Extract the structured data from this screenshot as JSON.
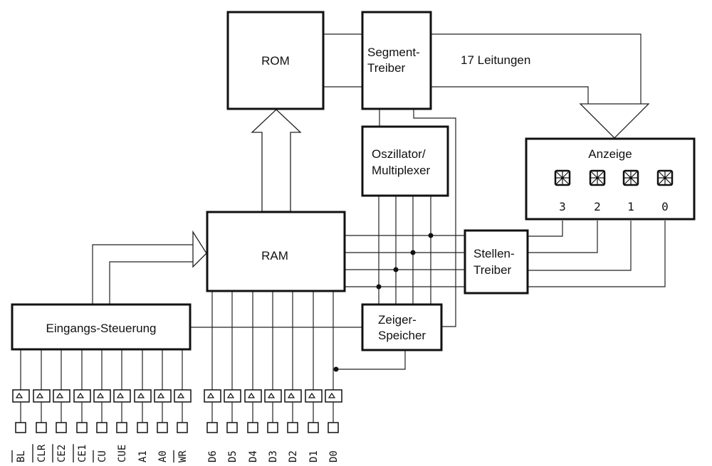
{
  "blocks": {
    "rom": "ROM",
    "segment_driver": [
      "Segment-",
      "Treiber"
    ],
    "oscillator": [
      "Oszillator/",
      "Multiplexer"
    ],
    "display": "Anzeige",
    "ram": "RAM",
    "digit_driver": [
      "Stellen-",
      "Treiber"
    ],
    "input_control": "Eingangs-Steuerung",
    "pointer_memory": [
      "Zeiger-",
      "Speicher"
    ]
  },
  "bus_label": "17 Leitungen",
  "display_digits": [
    "3",
    "2",
    "1",
    "0"
  ],
  "control_pins": [
    {
      "name": "BL",
      "overbar": true
    },
    {
      "name": "CLR",
      "overbar": true
    },
    {
      "name": "CE2",
      "overbar": true
    },
    {
      "name": "CE1",
      "overbar": true
    },
    {
      "name": "CU",
      "overbar": true
    },
    {
      "name": "CUE",
      "overbar": false
    },
    {
      "name": "A1",
      "overbar": false
    },
    {
      "name": "A0",
      "overbar": false
    },
    {
      "name": "WR",
      "overbar": true
    }
  ],
  "data_pins": [
    {
      "name": "D6",
      "overbar": false
    },
    {
      "name": "D5",
      "overbar": false
    },
    {
      "name": "D4",
      "overbar": false
    },
    {
      "name": "D3",
      "overbar": false
    },
    {
      "name": "D2",
      "overbar": false
    },
    {
      "name": "D1",
      "overbar": false
    },
    {
      "name": "D0",
      "overbar": false
    }
  ]
}
